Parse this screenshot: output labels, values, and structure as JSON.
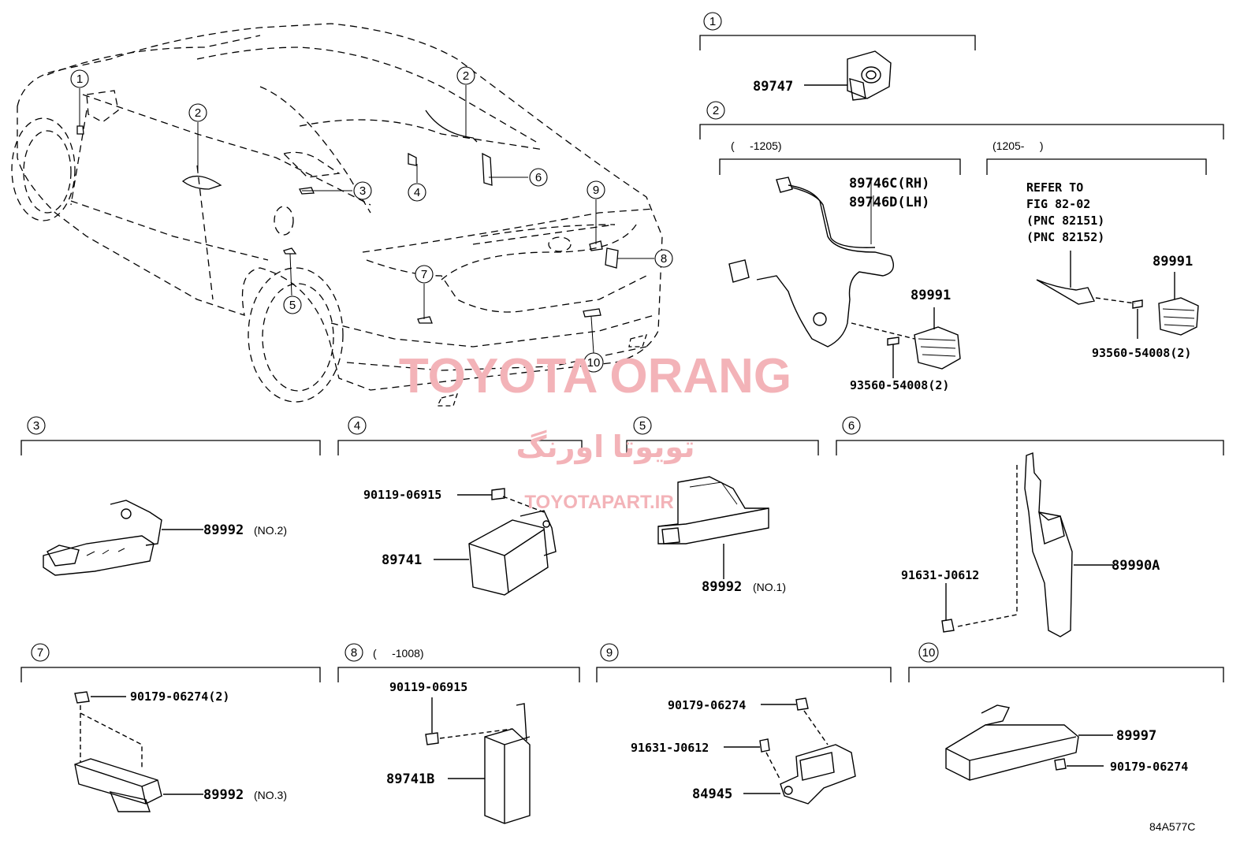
{
  "colors": {
    "line": "#000000",
    "watermark": "#f3b3b8"
  },
  "watermark": {
    "main": "TOYOTA ORANG",
    "persian": "تویوتا اورنگ",
    "site": "TOYOTAPART.IR"
  },
  "figure_code": "84A577C",
  "car_callouts": [
    "1",
    "2",
    "3",
    "4",
    "5",
    "6",
    "7",
    "8",
    "9",
    "10",
    "2"
  ],
  "sections": {
    "s1": {
      "num": "1",
      "parts": {
        "p1": "89747"
      }
    },
    "s2": {
      "num": "2",
      "left_range": "(     -1205)",
      "right_range": "(1205-     )",
      "left_parts": {
        "rh": "89746C(RH)",
        "lh": "89746D(LH)",
        "ecu": "89991",
        "screw": "93560-54008(2)"
      },
      "refer": {
        "l1": "REFER TO",
        "l2": "FIG 82-02",
        "l3": "(PNC 82151)",
        "l4": "(PNC 82152)"
      },
      "right_parts": {
        "ecu": "89991",
        "screw": "93560-54008(2)"
      }
    },
    "s3": {
      "num": "3",
      "parts": {
        "p": "89992",
        "note": "(NO.2)"
      }
    },
    "s4": {
      "num": "4",
      "parts": {
        "bolt": "90119-06915",
        "p": "89741"
      }
    },
    "s5": {
      "num": "5",
      "parts": {
        "p": "89992",
        "note": "(NO.1)"
      }
    },
    "s6": {
      "num": "6",
      "parts": {
        "p": "89990A",
        "bolt": "91631-J0612"
      }
    },
    "s7": {
      "num": "7",
      "parts": {
        "nut": "90179-06274(2)",
        "p": "89992",
        "note": "(NO.3)"
      }
    },
    "s8": {
      "num": "8",
      "range": "(     -1008)",
      "parts": {
        "bolt": "90119-06915",
        "p": "89741B"
      }
    },
    "s9": {
      "num": "9",
      "parts": {
        "nut": "90179-06274",
        "bolt": "91631-J0612",
        "p": "84945"
      }
    },
    "s10": {
      "num": "10",
      "parts": {
        "p": "89997",
        "nut": "90179-06274"
      }
    }
  }
}
